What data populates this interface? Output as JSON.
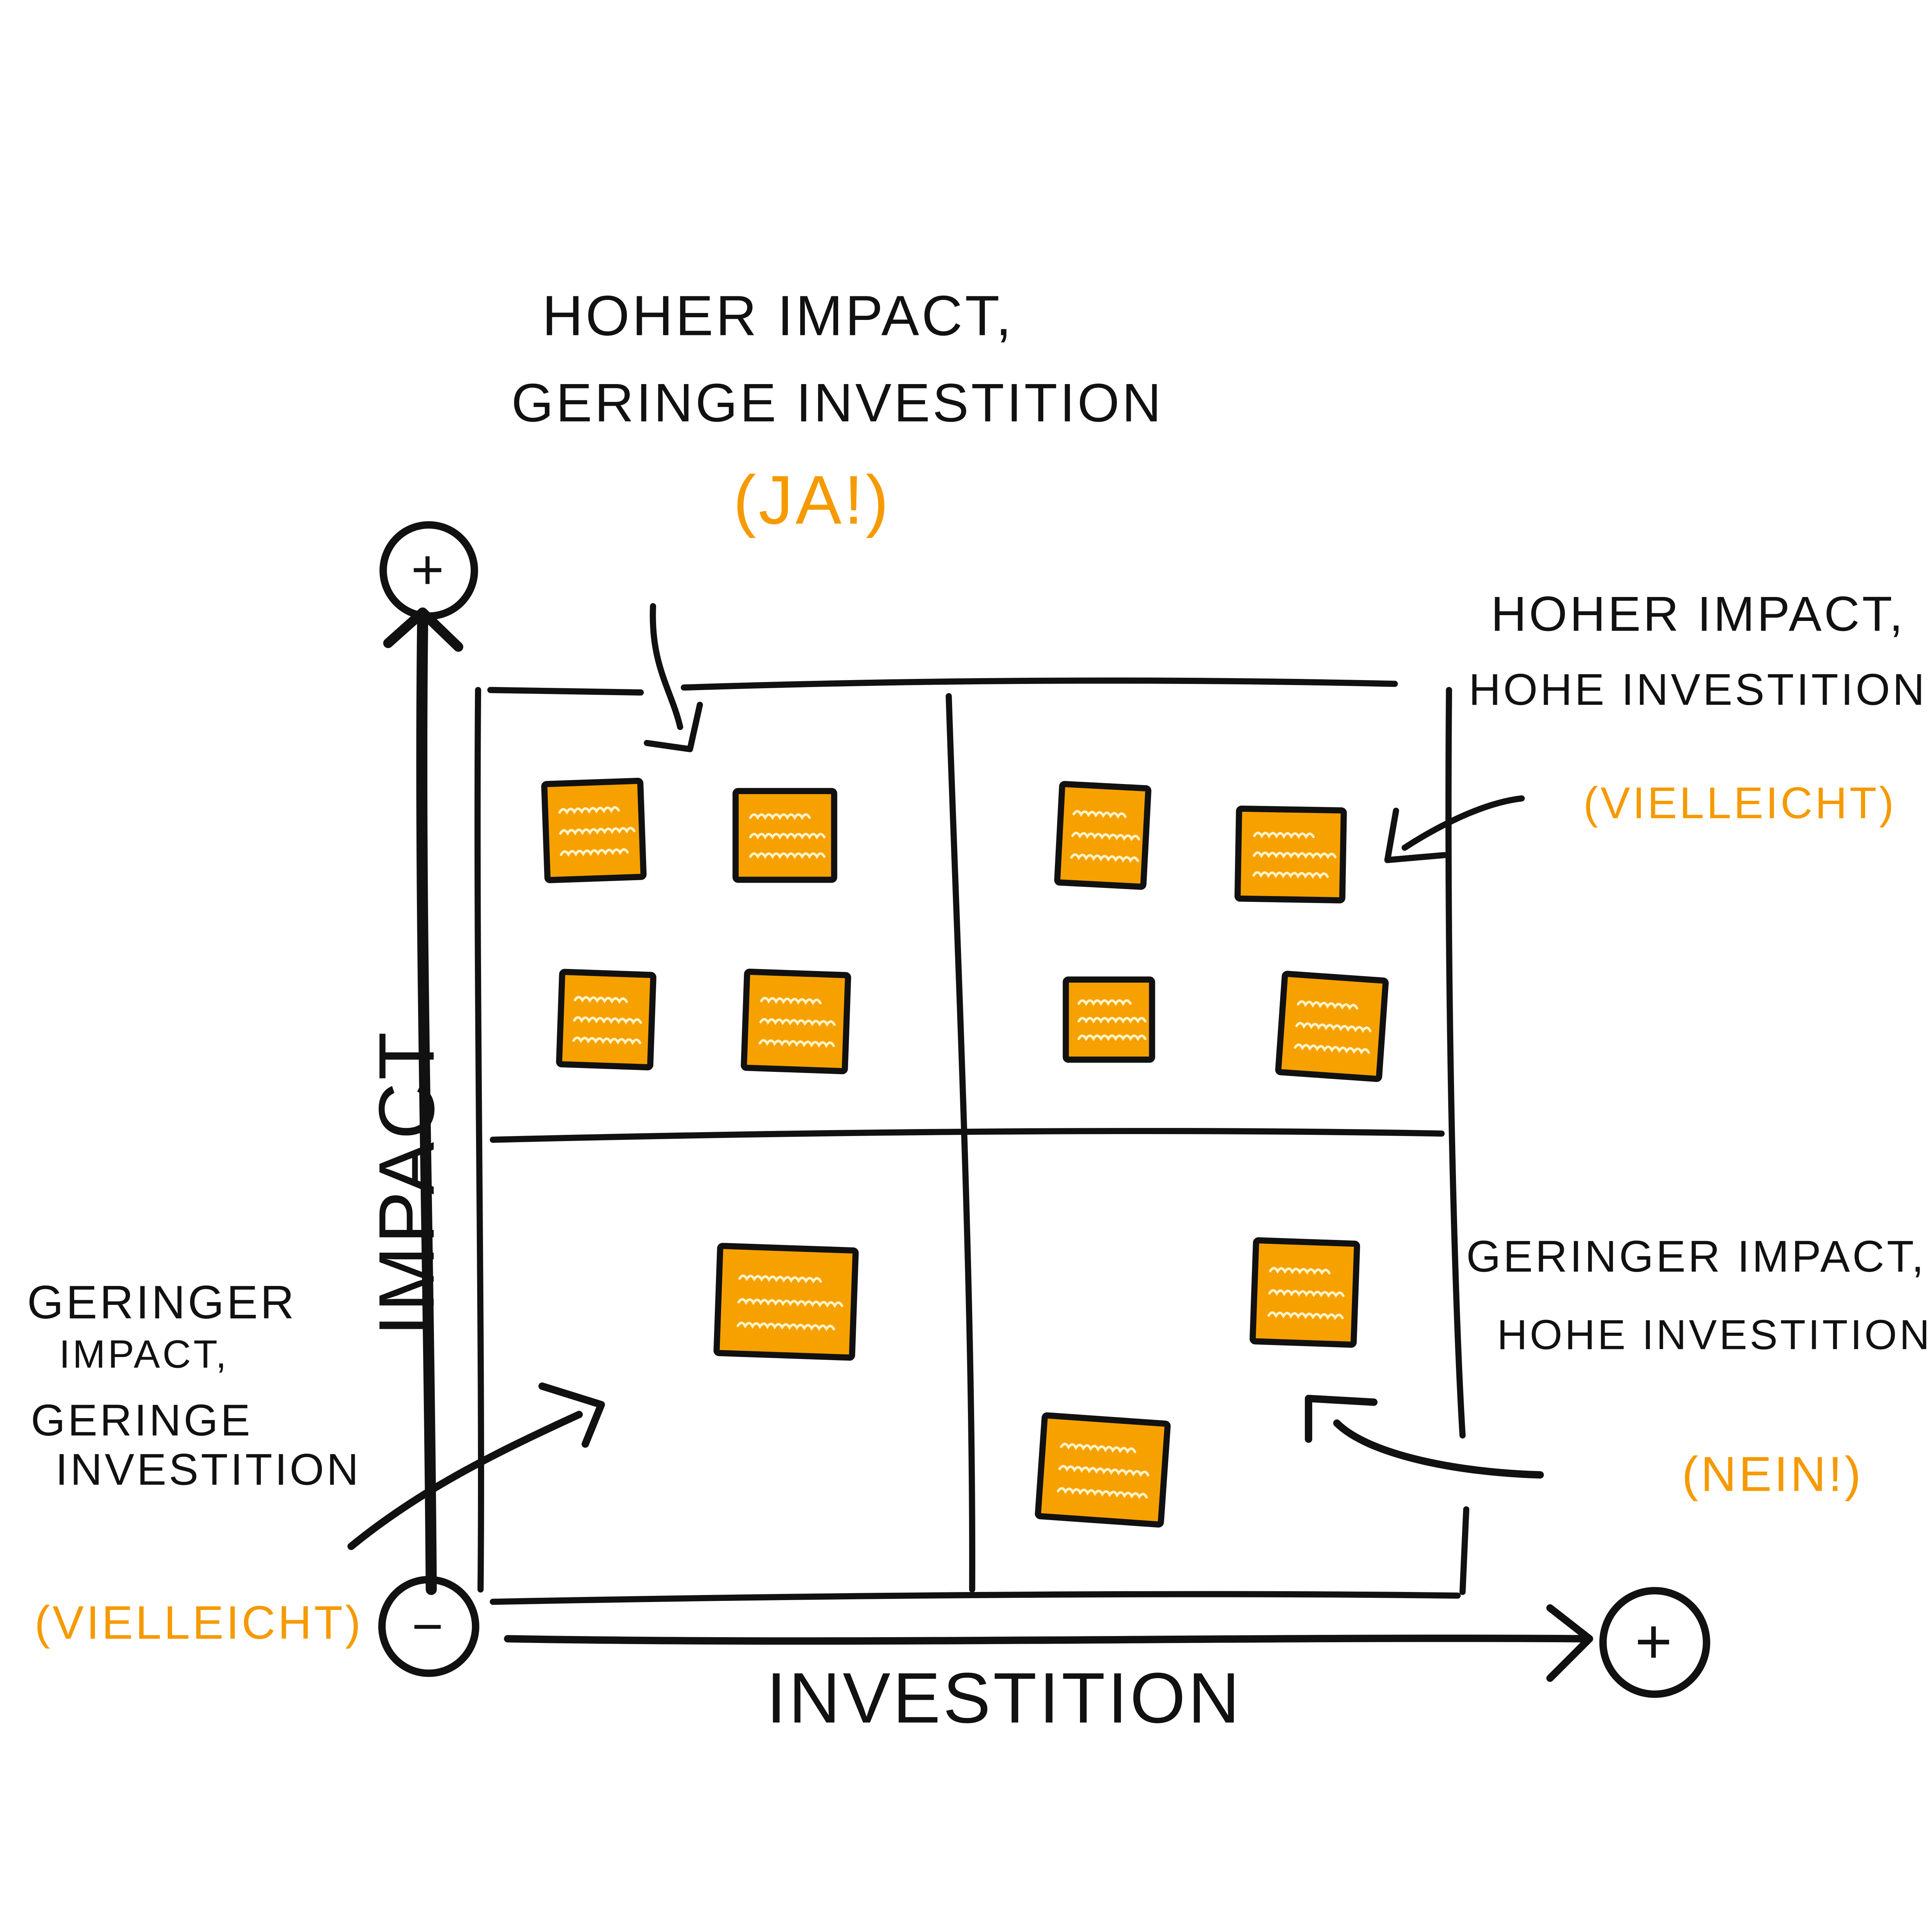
{
  "colors": {
    "ink": "#111111",
    "accent": "#f59a00",
    "note": "#f7a100"
  },
  "axes": {
    "y_label": "IMPACT",
    "x_label": "INVESTITION",
    "y_plus": "+",
    "x_plus": "+",
    "origin_minus": "−"
  },
  "quadrants": {
    "top_left": {
      "line1": "HOHER IMPACT,",
      "line2": "GERINGE INVESTITION",
      "verdict": "(JA!)",
      "notes": 4
    },
    "top_right": {
      "line1": "HOHER IMPACT,",
      "line2": "HOHE INVESTITION",
      "verdict": "(VIELLEICHT)",
      "notes": 4
    },
    "bottom_left": {
      "line1": "GERINGER",
      "line2": "IMPACT,",
      "line3": "GERINGE",
      "line4": "INVESTITION",
      "verdict": "(VIELLEICHT)",
      "notes": 1
    },
    "bottom_right": {
      "line1": "GERINGER IMPACT,",
      "line2": "HOHE INVESTITION",
      "verdict": "(NEIN!)",
      "notes": 2
    }
  }
}
